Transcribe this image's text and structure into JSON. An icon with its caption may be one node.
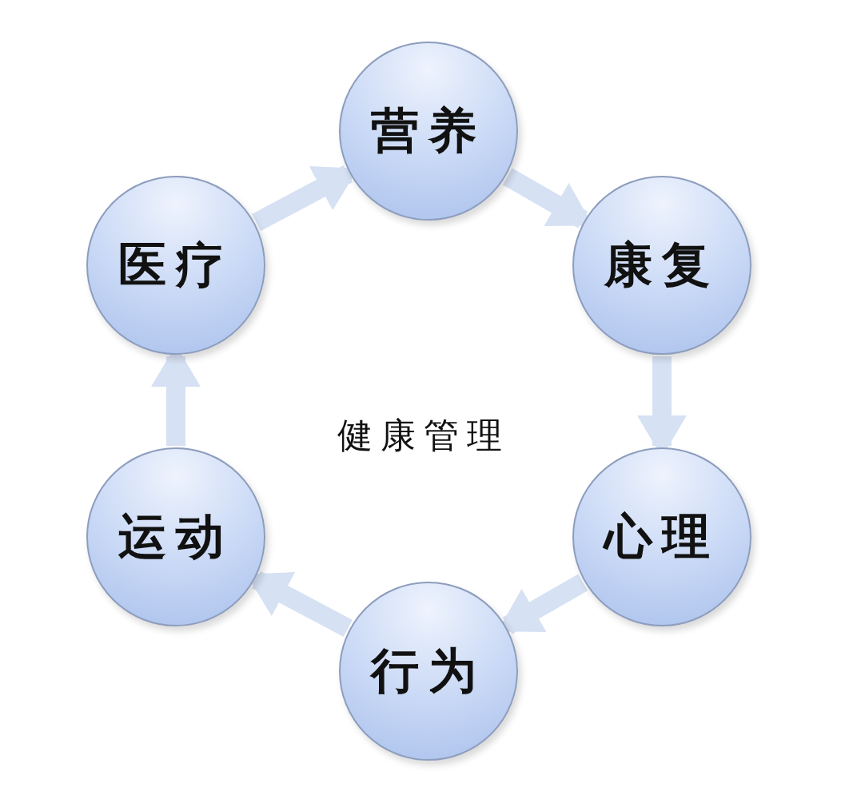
{
  "diagram": {
    "nodes": [
      {
        "text": [
          "营养"
        ]
      },
      {
        "text": [
          "康复"
        ]
      },
      {
        "text": [
          "心理"
        ]
      },
      {
        "text": [
          "行为"
        ]
      },
      {
        "text": [
          "运动"
        ]
      },
      {
        "text": [
          "医疗"
        ]
      }
    ],
    "edges": [
      {
        "from": 0,
        "to": 1,
        "arrow": "to"
      },
      {
        "from": 1,
        "to": 2,
        "arrow": "to"
      },
      {
        "from": 2,
        "to": 3,
        "arrow": "to"
      },
      {
        "from": 3,
        "to": 4,
        "arrow": "to"
      },
      {
        "from": 4,
        "to": 5,
        "arrow": "to"
      },
      {
        "from": 5,
        "to": 0,
        "arrow": "to"
      }
    ],
    "labels": [
      "健康管理"
    ]
  }
}
